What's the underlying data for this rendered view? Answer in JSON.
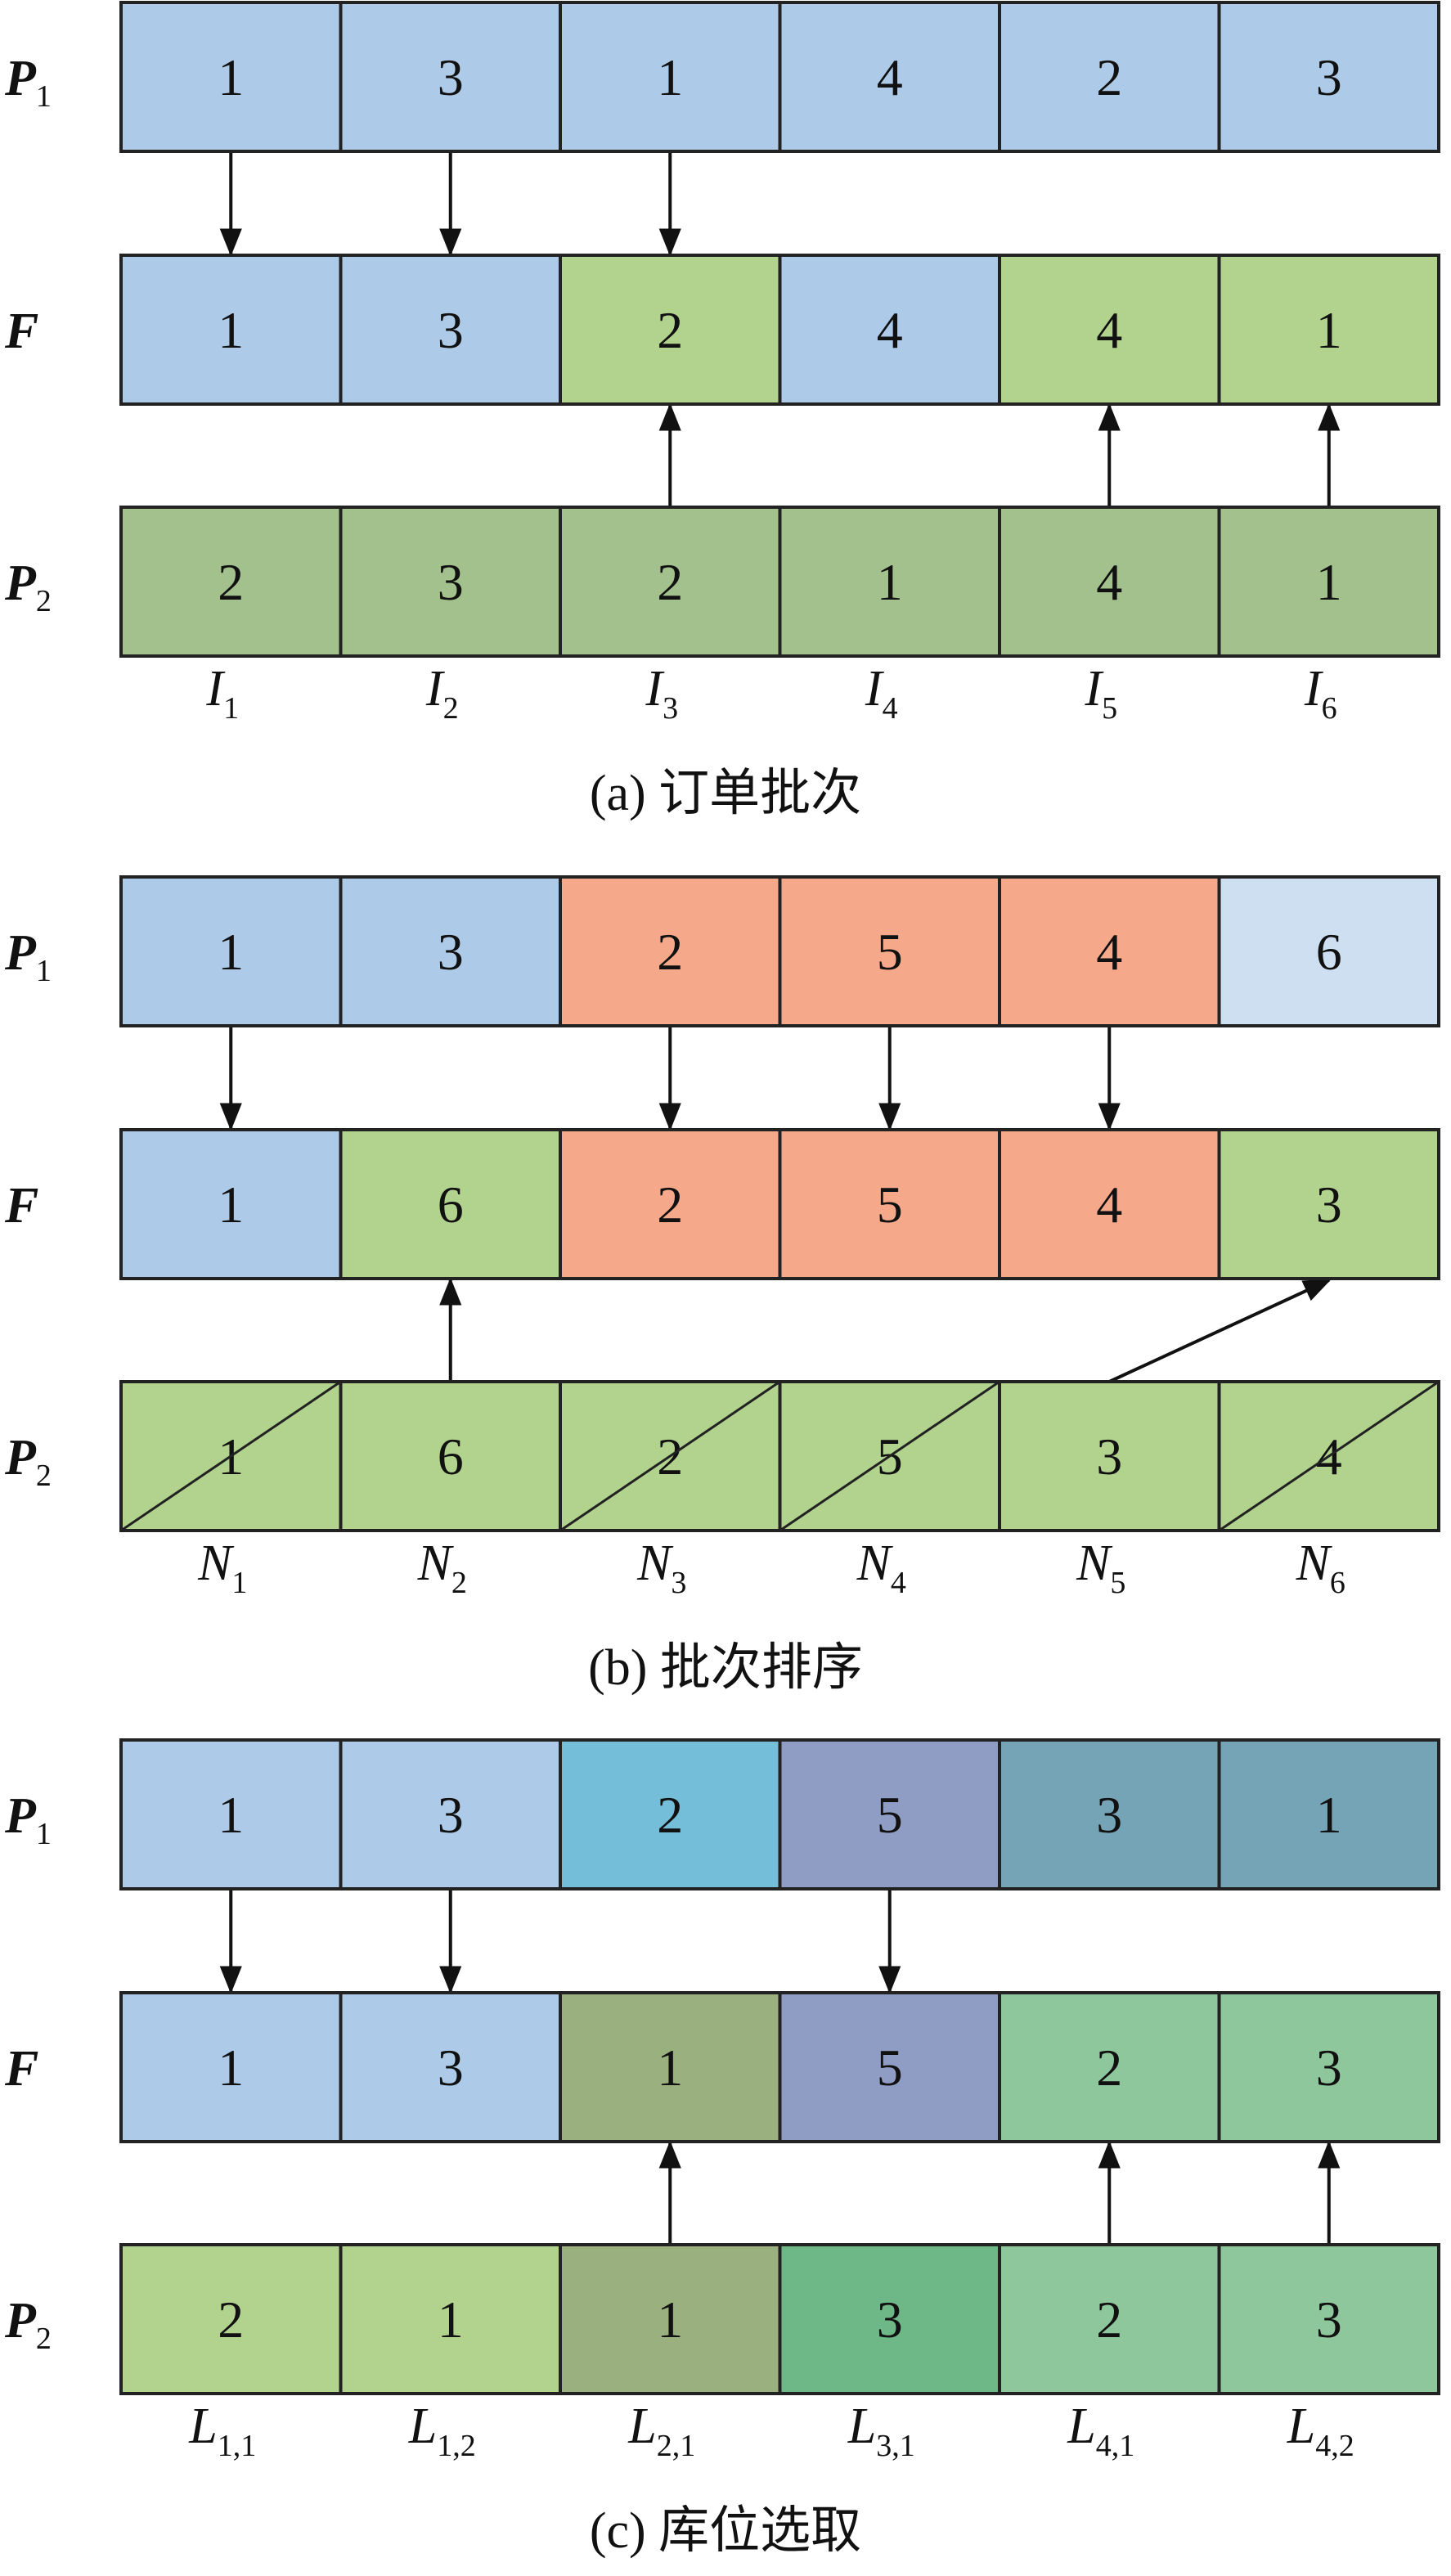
{
  "panels": [
    {
      "caption": "(a) 订单批次",
      "rows": [
        {
          "label": "P",
          "sub": "1",
          "cells": [
            {
              "v": "1",
              "c": "#adcbe8"
            },
            {
              "v": "3",
              "c": "#adcbe8"
            },
            {
              "v": "1",
              "c": "#adcbe8"
            },
            {
              "v": "4",
              "c": "#adcbe8"
            },
            {
              "v": "2",
              "c": "#adcbe8"
            },
            {
              "v": "3",
              "c": "#adcbe8"
            }
          ]
        },
        {
          "label": "F",
          "sub": "",
          "cells": [
            {
              "v": "1",
              "c": "#adcbe8"
            },
            {
              "v": "3",
              "c": "#adcbe8"
            },
            {
              "v": "2",
              "c": "#b1d38e"
            },
            {
              "v": "4",
              "c": "#adcbe8"
            },
            {
              "v": "4",
              "c": "#b1d38e"
            },
            {
              "v": "1",
              "c": "#b1d38e"
            }
          ]
        },
        {
          "label": "P",
          "sub": "2",
          "cells": [
            {
              "v": "2",
              "c": "#a3c18c"
            },
            {
              "v": "3",
              "c": "#a3c18c"
            },
            {
              "v": "2",
              "c": "#a3c18c"
            },
            {
              "v": "1",
              "c": "#a3c18c"
            },
            {
              "v": "4",
              "c": "#a3c18c"
            },
            {
              "v": "1",
              "c": "#a3c18c"
            }
          ]
        }
      ],
      "indices": [
        {
          "main": "I",
          "sub": "1"
        },
        {
          "main": "I",
          "sub": "2"
        },
        {
          "main": "I",
          "sub": "3"
        },
        {
          "main": "I",
          "sub": "4"
        },
        {
          "main": "I",
          "sub": "5"
        },
        {
          "main": "I",
          "sub": "6"
        }
      ],
      "slashed": [],
      "down_arrows": [
        0,
        1,
        2
      ],
      "up_arrows": [
        2,
        4,
        5
      ],
      "diag_arrows": []
    },
    {
      "caption": "(b) 批次排序",
      "rows": [
        {
          "label": "P",
          "sub": "1",
          "cells": [
            {
              "v": "1",
              "c": "#adcbe8"
            },
            {
              "v": "3",
              "c": "#adcbe8"
            },
            {
              "v": "2",
              "c": "#f6a98a"
            },
            {
              "v": "5",
              "c": "#f6a98a"
            },
            {
              "v": "4",
              "c": "#f6a98a"
            },
            {
              "v": "6",
              "c": "#cddff0"
            }
          ]
        },
        {
          "label": "F",
          "sub": "",
          "cells": [
            {
              "v": "1",
              "c": "#adcbe8"
            },
            {
              "v": "6",
              "c": "#b1d38e"
            },
            {
              "v": "2",
              "c": "#f6a98a"
            },
            {
              "v": "5",
              "c": "#f6a98a"
            },
            {
              "v": "4",
              "c": "#f6a98a"
            },
            {
              "v": "3",
              "c": "#b1d38e"
            }
          ]
        },
        {
          "label": "P",
          "sub": "2",
          "cells": [
            {
              "v": "1",
              "c": "#b1d38e"
            },
            {
              "v": "6",
              "c": "#b1d38e"
            },
            {
              "v": "2",
              "c": "#b1d38e"
            },
            {
              "v": "5",
              "c": "#b1d38e"
            },
            {
              "v": "3",
              "c": "#b1d38e"
            },
            {
              "v": "4",
              "c": "#b1d38e"
            }
          ]
        }
      ],
      "indices": [
        {
          "main": "N",
          "sub": "1"
        },
        {
          "main": "N",
          "sub": "2"
        },
        {
          "main": "N",
          "sub": "3"
        },
        {
          "main": "N",
          "sub": "4"
        },
        {
          "main": "N",
          "sub": "5"
        },
        {
          "main": "N",
          "sub": "6"
        }
      ],
      "slashed": [
        0,
        2,
        3,
        5
      ],
      "down_arrows": [
        0,
        2,
        3,
        4
      ],
      "up_arrows": [
        1
      ],
      "diag_arrows": [
        {
          "from": 4,
          "to": 5
        }
      ]
    },
    {
      "caption": "(c) 库位选取",
      "rows": [
        {
          "label": "P",
          "sub": "1",
          "cells": [
            {
              "v": "1",
              "c": "#adcbe8"
            },
            {
              "v": "3",
              "c": "#adcbe8"
            },
            {
              "v": "2",
              "c": "#74bed9"
            },
            {
              "v": "5",
              "c": "#8f9cc3"
            },
            {
              "v": "3",
              "c": "#74a4b6"
            },
            {
              "v": "1",
              "c": "#74a4b6"
            }
          ]
        },
        {
          "label": "F",
          "sub": "",
          "cells": [
            {
              "v": "1",
              "c": "#adcbe8"
            },
            {
              "v": "3",
              "c": "#adcbe8"
            },
            {
              "v": "1",
              "c": "#9bb07f"
            },
            {
              "v": "5",
              "c": "#8f9cc3"
            },
            {
              "v": "2",
              "c": "#8ec79c"
            },
            {
              "v": "3",
              "c": "#8ec79c"
            }
          ]
        },
        {
          "label": "P",
          "sub": "2",
          "cells": [
            {
              "v": "2",
              "c": "#b1d38e"
            },
            {
              "v": "1",
              "c": "#b1d38e"
            },
            {
              "v": "1",
              "c": "#9bb07f"
            },
            {
              "v": "3",
              "c": "#6eb887"
            },
            {
              "v": "2",
              "c": "#8ec79c"
            },
            {
              "v": "3",
              "c": "#8ec79c"
            }
          ]
        }
      ],
      "indices": [
        {
          "main": "L",
          "sub": "1,1"
        },
        {
          "main": "L",
          "sub": "1,2"
        },
        {
          "main": "L",
          "sub": "2,1"
        },
        {
          "main": "L",
          "sub": "3,1"
        },
        {
          "main": "L",
          "sub": "4,1"
        },
        {
          "main": "L",
          "sub": "4,2"
        }
      ],
      "slashed": [],
      "down_arrows": [
        0,
        1,
        3
      ],
      "up_arrows": [
        2,
        4,
        5
      ],
      "diag_arrows": []
    }
  ]
}
